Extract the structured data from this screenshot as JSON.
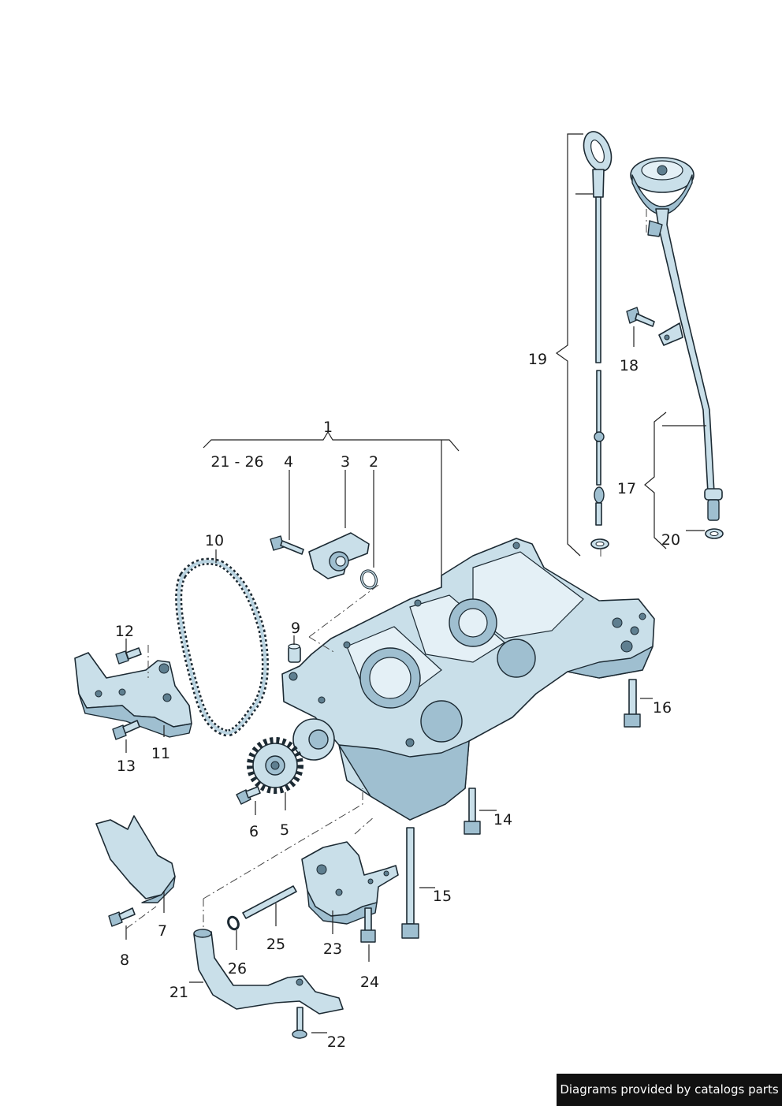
{
  "diagram": {
    "labels": {
      "l1": "1",
      "l21_26": "21 - 26",
      "l2": "2",
      "l3": "3",
      "l4": "4",
      "l5": "5",
      "l6": "6",
      "l7": "7",
      "l8": "8",
      "l9": "9",
      "l10": "10",
      "l11": "11",
      "l12": "12",
      "l13": "13",
      "l14": "14",
      "l15": "15",
      "l16": "16",
      "l17": "17",
      "l18": "18",
      "l19": "19",
      "l20": "20",
      "l21": "21",
      "l22": "22",
      "l23": "23",
      "l24": "24",
      "l25": "25",
      "l26": "26"
    },
    "colors": {
      "part_fill": "#c9dfe9",
      "outline": "#1c2a33",
      "shadow": "#9fbfd0"
    }
  },
  "credit": "Diagrams provided by catalogs parts"
}
